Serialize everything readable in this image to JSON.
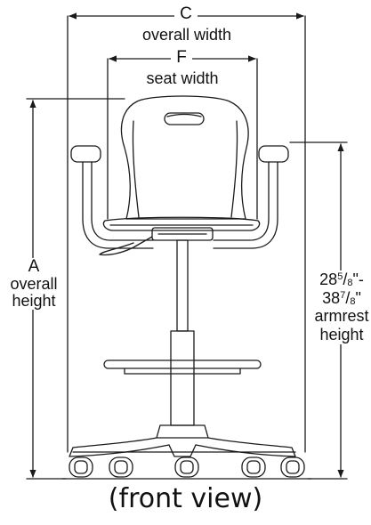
{
  "dimensions": {
    "overall_width": {
      "letter": "C",
      "label": "overall width"
    },
    "seat_width": {
      "letter": "F",
      "label": "seat width"
    },
    "overall_height": {
      "letter": "A",
      "label_line1": "overall",
      "label_line2": "height"
    },
    "armrest_height": {
      "line1_whole": "28",
      "line1_num": "5",
      "line1_den": "8",
      "line1_suffix": "\"-",
      "line2_whole": "38",
      "line2_num": "7",
      "line2_den": "8",
      "line2_suffix": "\"",
      "label_line1": "armrest",
      "label_line2": "height"
    }
  },
  "caption": "(front view)",
  "icons": [
    "chair-front-view-drawing",
    "dimension-arrow"
  ],
  "colors": {
    "line": "#1a1a1a",
    "background": "#ffffff"
  }
}
